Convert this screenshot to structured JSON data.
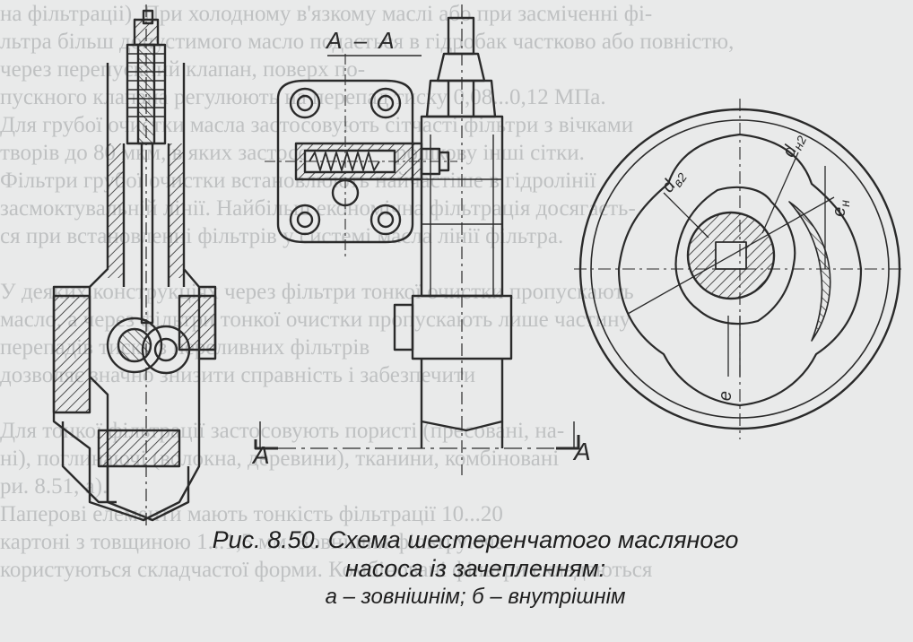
{
  "background_text": [
    "на фільтраціі). При холодному в'язкому маслі або при засміченні фі-",
    "льтра більш допустимого масло подається в гідробак частково або повністю,",
    "через перепускний клапан, поверх по-",
    "пускного клапана регулюють на перепад тиску 0,08...0,12 МПа.",
    "Для грубої очистки масла застосовують сітчасті фільтри з вічками",
    "творів до 80 мкм, в яких застосовують порошкову інші сітки.",
    "Фільтри грубої очистки встановлюють найчастіше в гідролінії",
    "засмоктувальній лінії. Найбільш економічна фільтрація досягаєть-",
    "ся при встановленні фільтрів у системі масла лінії фільтра.",
    "",
    "У деяких конструкціях через фільтри тонкої очистки пропускають",
    "масло, а через фільтри тонкої очистки пропускають лише частину",
    "перепадів тиску з переливних фільтрів",
    "дозволяє значно знизити справність і забезпечити",
    "",
    "Для тонкої фільтрації застосовують пористі (пресовані, на-",
    "ні), поглинаючі (волокна, деревини), тканини, комбіновані",
    "ри. 8.51, а).",
    "Паперові елементи мають тонкість фільтрації 10...20",
    "картоні з товщиною 1...1,5 мм. Зовнішня фільтруюча",
    "користуються складчастої форми. Комбіновані фільтри складаються"
  ],
  "drawing_labels": {
    "section": "А – А",
    "section_mark_left": "А",
    "section_mark_right": "А",
    "dim_db2": "d",
    "dim_db2_sub": "в2",
    "dim_dh2": "d",
    "dim_dh2_sub": "н2",
    "dim_eh": "е",
    "dim_eh_sub": "н",
    "dim_e": "е"
  },
  "caption": {
    "line1": "Рис. 8.50. Схема шестеренчатого масляного",
    "line2": "насоса із зачепленням:",
    "line3": "а – зовнішнім; б – внутрішнім"
  }
}
